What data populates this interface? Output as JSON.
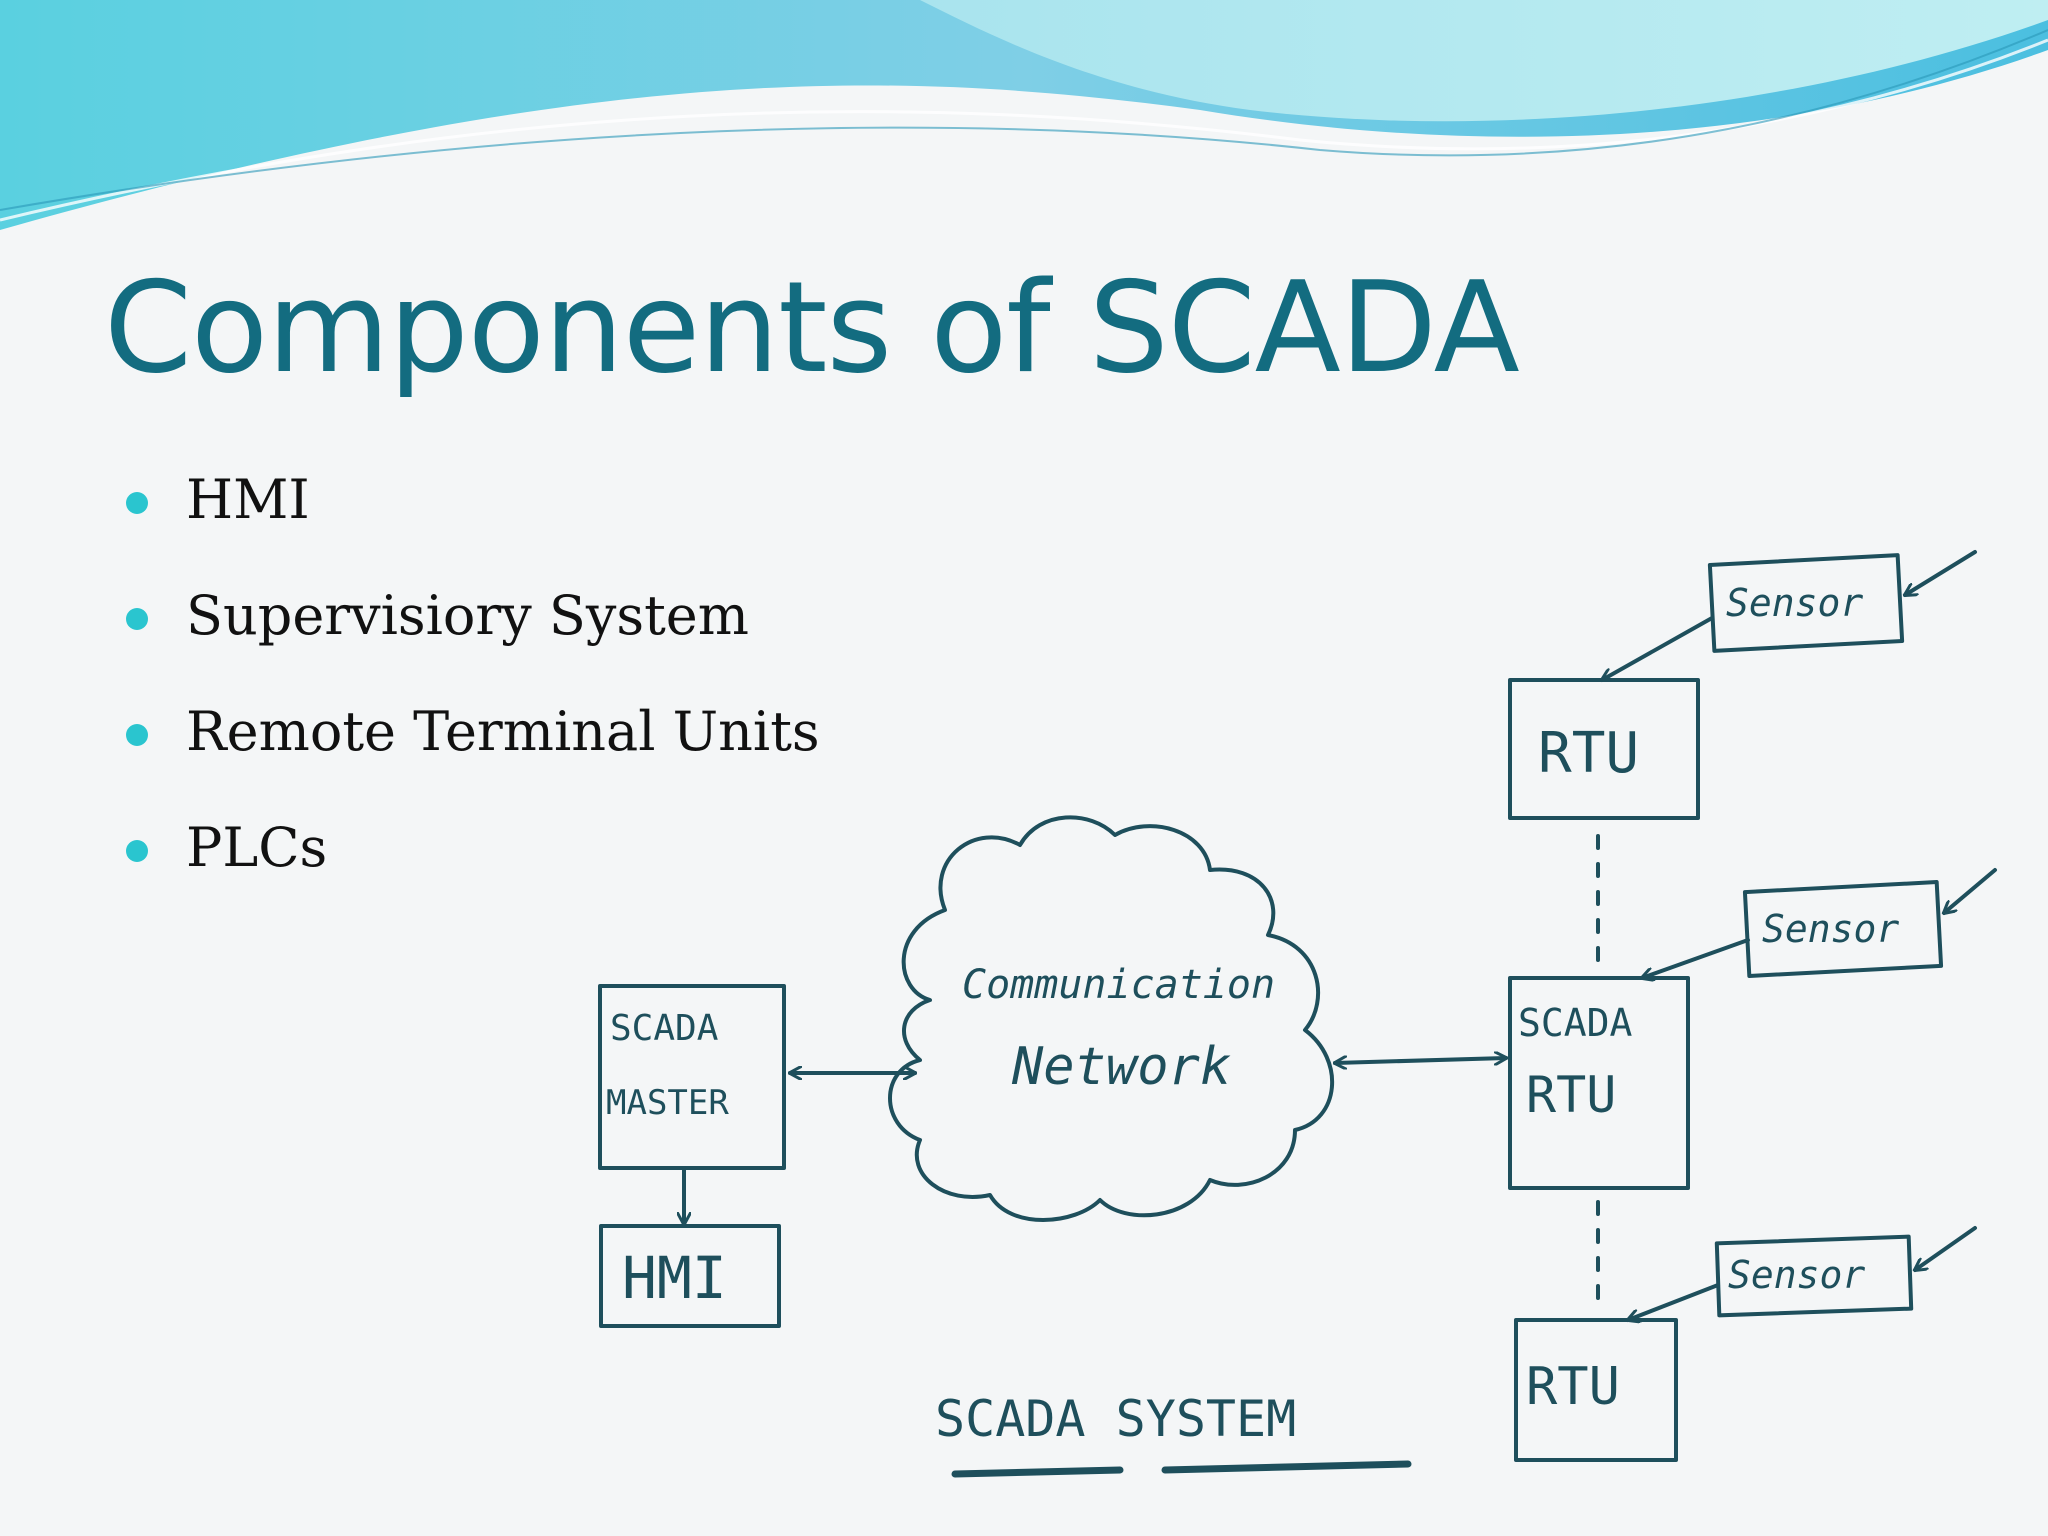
{
  "slide": {
    "title": "Components of SCADA",
    "bullets": [
      "HMI",
      "Supervisiory System",
      "Remote Terminal Units",
      "PLCs"
    ],
    "accent_color": "#136c80",
    "bullet_color": "#2ac5cf"
  },
  "diagram": {
    "scada_master": [
      "SCADA",
      "MASTER"
    ],
    "hmi": "HMI",
    "network": [
      "Communication",
      "Network"
    ],
    "rtu_top": "RTU",
    "scada_rtu": [
      "SCADA",
      "RTU"
    ],
    "rtu_bottom": "RTU",
    "sensor_1": "Sensor",
    "sensor_2": "Sensor",
    "sensor_3": "Sensor",
    "caption": "SCADA SYSTEM",
    "ink_color": "#1e4f5c"
  }
}
